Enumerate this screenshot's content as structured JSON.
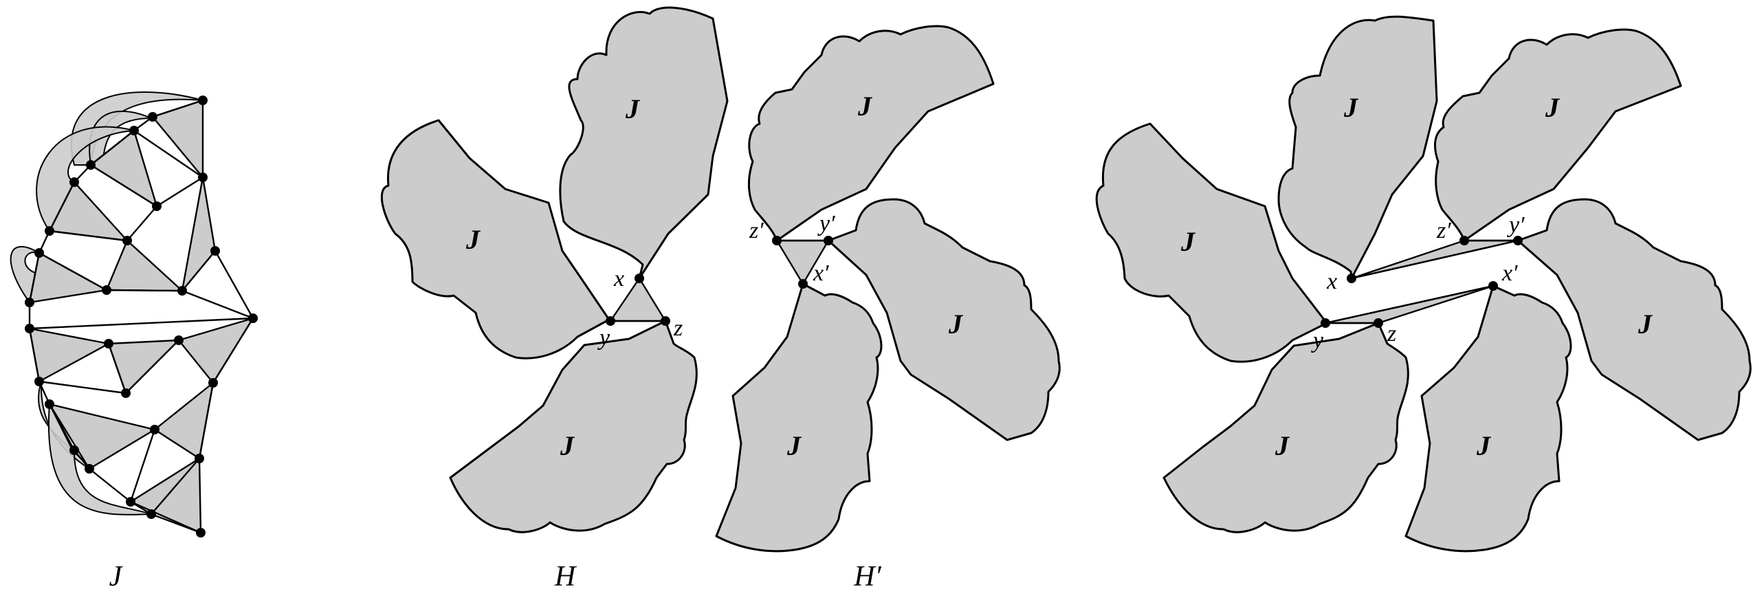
{
  "captions": {
    "j": "J",
    "h": "H",
    "h_prime": "H′"
  },
  "blob_label": "J",
  "vertices": {
    "x": "x",
    "y": "y",
    "z": "z",
    "x_prime": "x′",
    "y_prime": "y′",
    "z_prime": "z′"
  },
  "colors": {
    "fill": "#cccccc",
    "stroke": "#000000"
  }
}
